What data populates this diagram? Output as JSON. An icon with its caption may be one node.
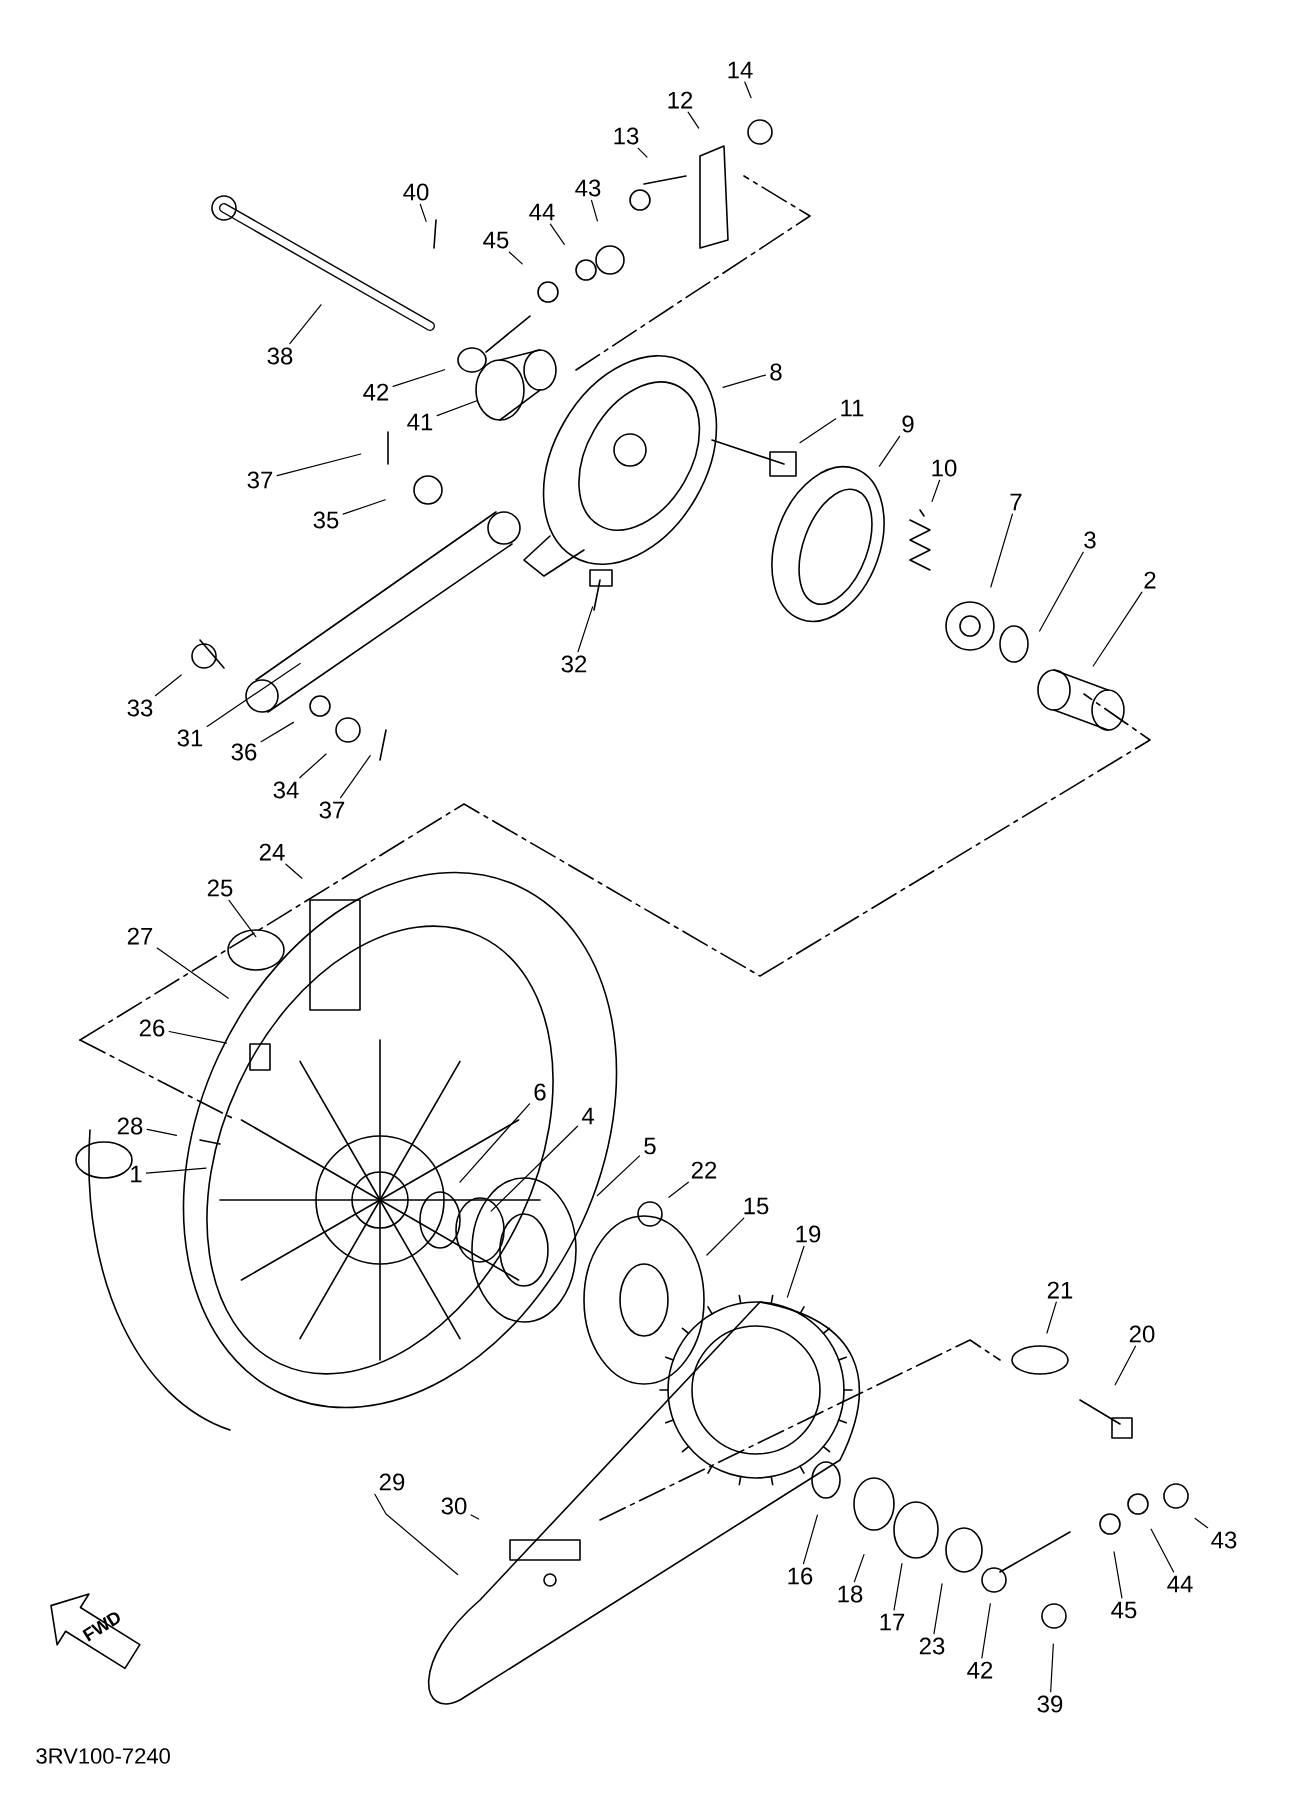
{
  "diagram": {
    "nodes": [
      {
        "text": [
          "14"
        ]
      },
      {
        "text": [
          "12"
        ]
      },
      {
        "text": [
          "13"
        ]
      },
      {
        "text": [
          "40"
        ]
      },
      {
        "text": [
          "44"
        ]
      },
      {
        "text": [
          "43"
        ]
      },
      {
        "text": [
          "45"
        ]
      },
      {
        "text": [
          "38"
        ]
      },
      {
        "text": [
          "42"
        ]
      },
      {
        "text": [
          "41"
        ]
      },
      {
        "text": [
          "8"
        ]
      },
      {
        "text": [
          "11"
        ]
      },
      {
        "text": [
          "9"
        ]
      },
      {
        "text": [
          "10"
        ]
      },
      {
        "text": [
          "7"
        ]
      },
      {
        "text": [
          "3"
        ]
      },
      {
        "text": [
          "2"
        ]
      },
      {
        "text": [
          "37"
        ]
      },
      {
        "text": [
          "35"
        ]
      },
      {
        "text": [
          "32"
        ]
      },
      {
        "text": [
          "33"
        ]
      },
      {
        "text": [
          "31"
        ]
      },
      {
        "text": [
          "36"
        ]
      },
      {
        "text": [
          "34"
        ]
      },
      {
        "text": [
          "37"
        ]
      },
      {
        "text": [
          "24"
        ]
      },
      {
        "text": [
          "25"
        ]
      },
      {
        "text": [
          "27"
        ]
      },
      {
        "text": [
          "26"
        ]
      },
      {
        "text": [
          "28"
        ]
      },
      {
        "text": [
          "1"
        ]
      },
      {
        "text": [
          "6"
        ]
      },
      {
        "text": [
          "4"
        ]
      },
      {
        "text": [
          "5"
        ]
      },
      {
        "text": [
          "22"
        ]
      },
      {
        "text": [
          "15"
        ]
      },
      {
        "text": [
          "19"
        ]
      },
      {
        "text": [
          "21"
        ]
      },
      {
        "text": [
          "20"
        ]
      },
      {
        "text": [
          "43"
        ]
      },
      {
        "text": [
          "44"
        ]
      },
      {
        "text": [
          "45"
        ]
      },
      {
        "text": [
          "29"
        ]
      },
      {
        "text": [
          "30"
        ]
      },
      {
        "text": [
          "16"
        ]
      },
      {
        "text": [
          "18"
        ]
      },
      {
        "text": [
          "17"
        ]
      },
      {
        "text": [
          "23"
        ]
      },
      {
        "text": [
          "42"
        ]
      },
      {
        "text": [
          "39"
        ]
      }
    ],
    "edges": [
      {
        "from": 0,
        "to": null,
        "arrow": "none"
      },
      {
        "from": 1,
        "to": null,
        "arrow": "none"
      },
      {
        "from": 2,
        "to": null,
        "arrow": "none"
      },
      {
        "from": 3,
        "to": null,
        "arrow": "none"
      },
      {
        "from": 4,
        "to": null,
        "arrow": "none"
      },
      {
        "from": 5,
        "to": null,
        "arrow": "none"
      },
      {
        "from": 6,
        "to": null,
        "arrow": "none"
      },
      {
        "from": 7,
        "to": null,
        "arrow": "none"
      },
      {
        "from": 8,
        "to": null,
        "arrow": "none"
      },
      {
        "from": 9,
        "to": null,
        "arrow": "none"
      },
      {
        "from": 10,
        "to": null,
        "arrow": "none"
      },
      {
        "from": 11,
        "to": null,
        "arrow": "none"
      },
      {
        "from": 12,
        "to": null,
        "arrow": "none"
      },
      {
        "from": 13,
        "to": null,
        "arrow": "none"
      },
      {
        "from": 14,
        "to": null,
        "arrow": "none"
      },
      {
        "from": 15,
        "to": null,
        "arrow": "none"
      },
      {
        "from": 16,
        "to": null,
        "arrow": "none"
      },
      {
        "from": 17,
        "to": null,
        "arrow": "none"
      },
      {
        "from": 18,
        "to": null,
        "arrow": "none"
      },
      {
        "from": 19,
        "to": null,
        "arrow": "none"
      },
      {
        "from": 20,
        "to": null,
        "arrow": "none"
      },
      {
        "from": 21,
        "to": null,
        "arrow": "none"
      },
      {
        "from": 22,
        "to": null,
        "arrow": "none"
      },
      {
        "from": 23,
        "to": null,
        "arrow": "none"
      },
      {
        "from": 24,
        "to": null,
        "arrow": "none"
      },
      {
        "from": 25,
        "to": null,
        "arrow": "none"
      },
      {
        "from": 26,
        "to": null,
        "arrow": "none"
      },
      {
        "from": 27,
        "to": null,
        "arrow": "none"
      },
      {
        "from": 28,
        "to": null,
        "arrow": "none"
      },
      {
        "from": 29,
        "to": null,
        "arrow": "none"
      },
      {
        "from": 30,
        "to": null,
        "arrow": "none"
      },
      {
        "from": 31,
        "to": null,
        "arrow": "none"
      },
      {
        "from": 32,
        "to": null,
        "arrow": "none"
      },
      {
        "from": 33,
        "to": null,
        "arrow": "none"
      },
      {
        "from": 34,
        "to": null,
        "arrow": "none"
      },
      {
        "from": 35,
        "to": null,
        "arrow": "none"
      },
      {
        "from": 36,
        "to": null,
        "arrow": "none"
      },
      {
        "from": 37,
        "to": null,
        "arrow": "none"
      },
      {
        "from": 38,
        "to": null,
        "arrow": "none"
      },
      {
        "from": 39,
        "to": null,
        "arrow": "none"
      },
      {
        "from": 40,
        "to": null,
        "arrow": "none"
      },
      {
        "from": 41,
        "to": null,
        "arrow": "none"
      },
      {
        "from": 42,
        "to": null,
        "arrow": "none"
      },
      {
        "from": 43,
        "to": null,
        "arrow": "none"
      },
      {
        "from": 44,
        "to": null,
        "arrow": "none"
      },
      {
        "from": 45,
        "to": null,
        "arrow": "none"
      },
      {
        "from": 46,
        "to": null,
        "arrow": "none"
      },
      {
        "from": 47,
        "to": null,
        "arrow": "none"
      },
      {
        "from": 48,
        "to": null,
        "arrow": "none"
      },
      {
        "from": 49,
        "to": null,
        "arrow": "none"
      }
    ],
    "labels": [
      "FWD",
      "3RV100-7240"
    ]
  }
}
